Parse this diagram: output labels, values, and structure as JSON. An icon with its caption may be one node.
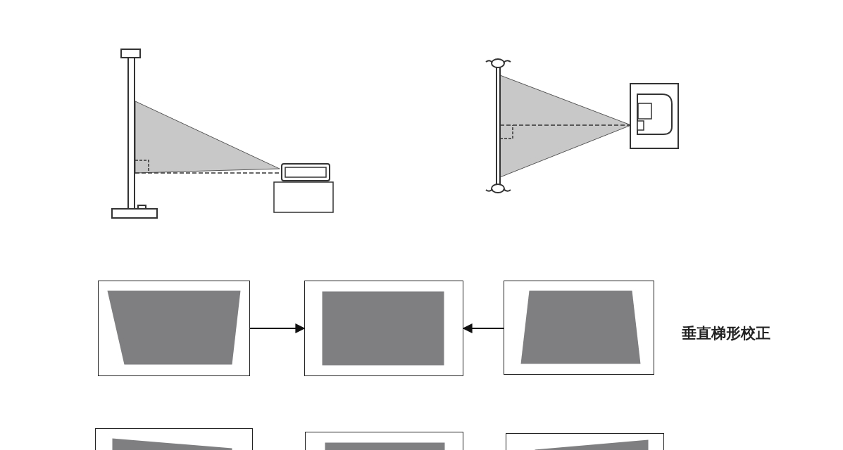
{
  "diagram": {
    "nodes": [
      {
        "text": [],
        "shape": "box"
      },
      {
        "text": [],
        "shape": "box"
      },
      {
        "text": [],
        "shape": "box"
      },
      {
        "text": [],
        "shape": "box"
      },
      {
        "text": [],
        "shape": "box"
      },
      {
        "text": [],
        "shape": "box"
      }
    ],
    "edges": [
      {
        "from": 0,
        "to": 1,
        "arrow": "to"
      },
      {
        "from": 2,
        "to": 1,
        "arrow": "to"
      }
    ],
    "labels": [
      "垂直梯形校正"
    ]
  }
}
